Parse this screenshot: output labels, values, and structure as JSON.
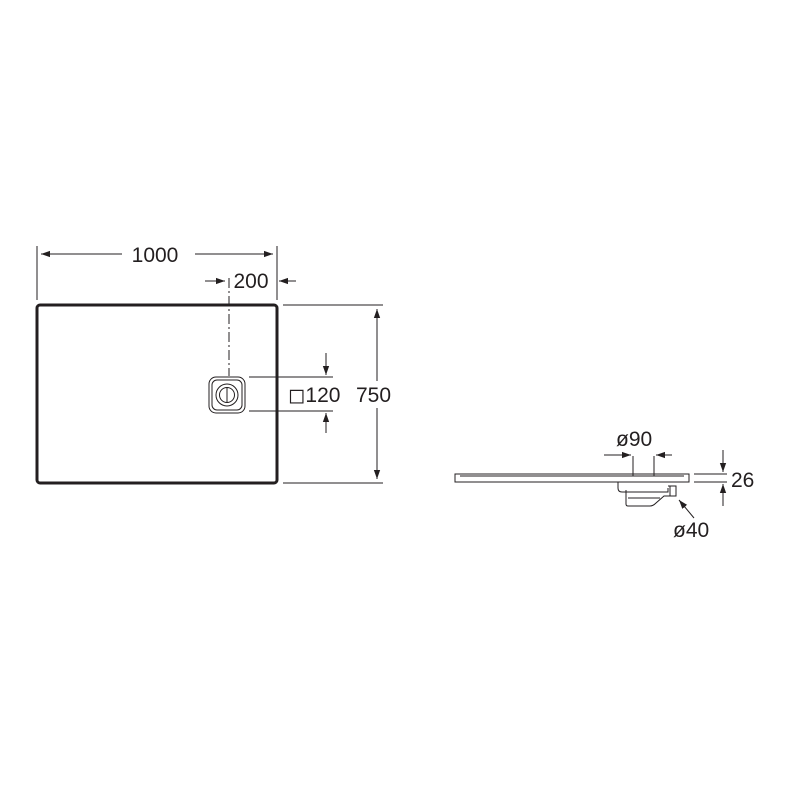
{
  "top_view": {
    "width_label": "1000",
    "drain_offset_label": "200",
    "drain_size_label": "◻120",
    "depth_label": "750"
  },
  "side_view": {
    "drain_diameter_label": "ø90",
    "thickness_label": "26",
    "outlet_diameter_label": "ø40"
  },
  "colors": {
    "ink": "#231f20",
    "background": "#ffffff"
  }
}
